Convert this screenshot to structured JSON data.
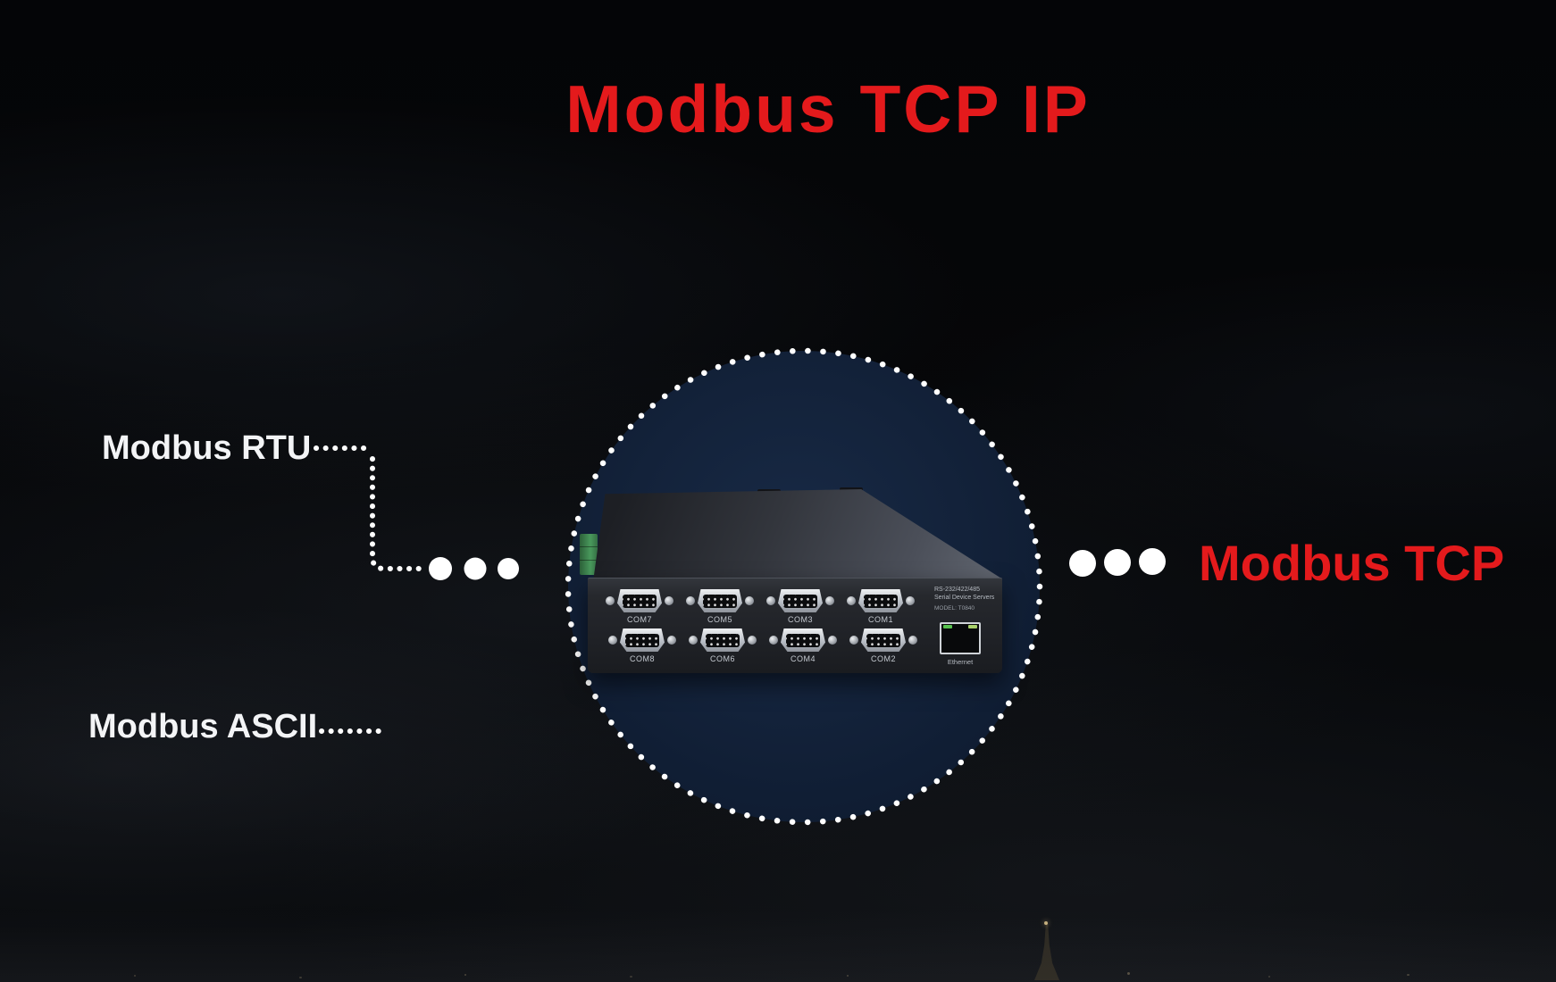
{
  "title": {
    "text": "Modbus TCP IP"
  },
  "labels": {
    "left_top": "Modbus RTU",
    "left_bottom": "Modbus ASCII",
    "right": "Modbus TCP"
  },
  "device": {
    "ports": [
      "COM7",
      "COM5",
      "COM3",
      "COM1",
      "COM8",
      "COM6",
      "COM4",
      "COM2"
    ],
    "panel_line1": "RS-232/422/485",
    "panel_line2": "Serial Device Servers",
    "panel_line3": "MODEL: T0840",
    "ethernet_label": "Ethernet"
  },
  "colors": {
    "accent_red": "#e41a1c",
    "label_white": "#f3f4f6",
    "dot_white": "#ffffff",
    "circle_fill": "#13223a",
    "background": "#050608"
  }
}
